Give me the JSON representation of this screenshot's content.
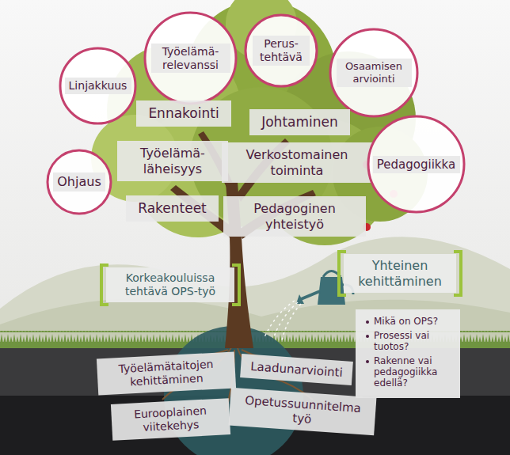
{
  "diagram": {
    "nodes": [
      {
        "text": [
          "Työelämä- relevanssi"
        ]
      },
      {
        "text": [
          "Perus- tehtävä"
        ]
      },
      {
        "text": [
          "Linjakkuus"
        ]
      },
      {
        "text": [
          "Osaamisen arviointi"
        ]
      },
      {
        "text": [
          "Ennakointi"
        ]
      },
      {
        "text": [
          "Johtaminen"
        ]
      },
      {
        "text": [
          "Ohjaus"
        ]
      },
      {
        "text": [
          "Työelämä- läheisyys"
        ]
      },
      {
        "text": [
          "Verkostomainen toiminta"
        ]
      },
      {
        "text": [
          "Pedagogiikka"
        ]
      },
      {
        "text": [
          "Rakenteet"
        ]
      },
      {
        "text": [
          "Pedagoginen yhteistyö"
        ]
      },
      {
        "text": [
          "Korkeakouluissa tehtävä OPS-työ"
        ]
      },
      {
        "text": [
          "Yhteinen kehittäminen"
        ]
      },
      {
        "text": [
          "Mikä on OPS?",
          "Prosessi vai tuotos?",
          "Rakenne vai pedagogiikka edellä?"
        ]
      },
      {
        "text": [
          "Työelämätaitojen kehittäminen"
        ]
      },
      {
        "text": [
          "Laadunarviointi"
        ]
      },
      {
        "text": [
          "Eurooplainen viitekehys"
        ]
      },
      {
        "text": [
          "Opetussuunnitelma työ"
        ]
      }
    ]
  }
}
